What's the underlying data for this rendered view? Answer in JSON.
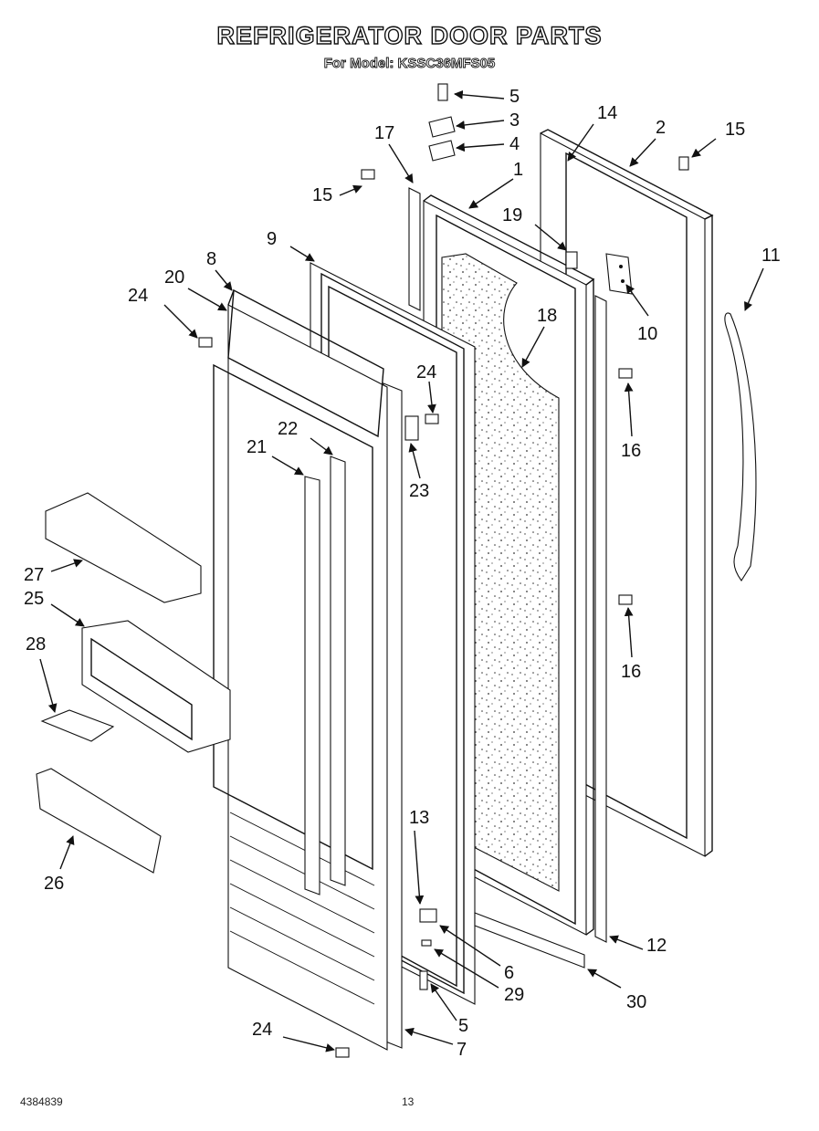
{
  "header": {
    "title": "REFRIGERATOR DOOR PARTS",
    "subtitle": "For Model: KSSC36MFS05"
  },
  "footer": {
    "doc_number": "4384839",
    "page_number": "13"
  },
  "callouts": {
    "c1": "1",
    "c2": "2",
    "c3": "3",
    "c4": "4",
    "c5a": "5",
    "c5b": "5",
    "c6": "6",
    "c7": "7",
    "c8": "8",
    "c9": "9",
    "c10": "10",
    "c11": "11",
    "c12": "12",
    "c13": "13",
    "c14": "14",
    "c15a": "15",
    "c15b": "15",
    "c16a": "16",
    "c16b": "16",
    "c17": "17",
    "c18": "18",
    "c19": "19",
    "c20": "20",
    "c21": "21",
    "c22": "22",
    "c23": "23",
    "c24a": "24",
    "c24b": "24",
    "c24c": "24",
    "c25": "25",
    "c26": "26",
    "c27": "27",
    "c28": "28",
    "c29": "29",
    "c30": "30"
  }
}
